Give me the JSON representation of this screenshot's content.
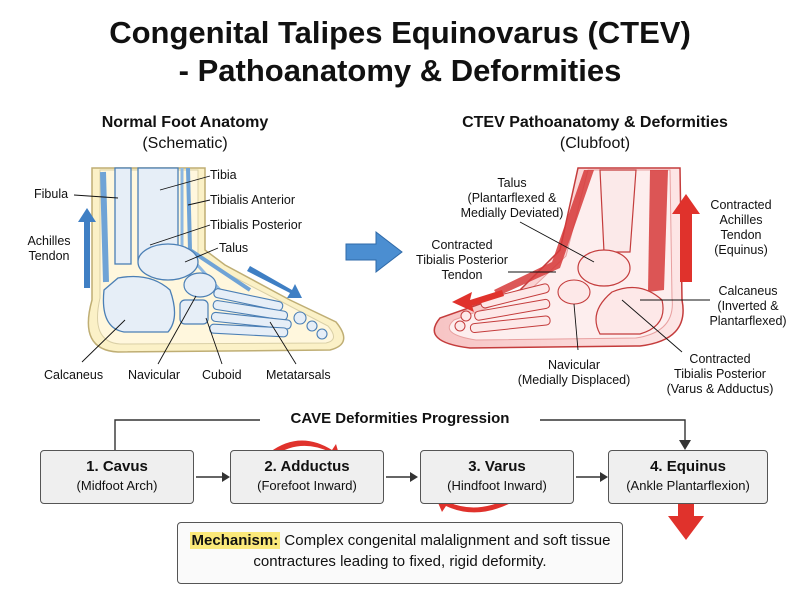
{
  "title": {
    "line1": "Congenital Talipes Equinovarus (CTEV)",
    "line2": "- Pathoanatomy & Deformities"
  },
  "normal_panel": {
    "heading": "Normal Foot Anatomy",
    "subheading": "(Schematic)",
    "labels": {
      "tibia": "Tibia",
      "fibula": "Fibula",
      "tibialis_anterior": "Tibialis Anterior",
      "tibialis_posterior": "Tibialis Posterior",
      "talus": "Talus",
      "achilles_line1": "Achilles",
      "achilles_line2": "Tendon",
      "calcaneus": "Calcaneus",
      "navicular": "Navicular",
      "cuboid": "Cuboid",
      "metatarsals": "Metatarsals"
    }
  },
  "ctev_panel": {
    "heading": "CTEV Pathoanatomy & Deformities",
    "subheading": "(Clubfoot)",
    "labels": {
      "talus_l1": "Talus",
      "talus_l2": "(Plantarflexed &",
      "talus_l3": "Medially Deviated)",
      "ctp_l1": "Contracted",
      "ctp_l2": "Tibialis Posterior",
      "ctp_l3": "Tendon",
      "achilles_l1": "Contracted",
      "achilles_l2": "Achilles",
      "achilles_l3": "Tendon",
      "achilles_l4": "(Equinus)",
      "calc_l1": "Calcaneus",
      "calc_l2": "(Inverted &",
      "calc_l3": "Plantarflexed)",
      "nav_l1": "Navicular",
      "nav_l2": "(Medially Displaced)",
      "ctp2_l1": "Contracted",
      "ctp2_l2": "Tibialis Posterior",
      "ctp2_l3": "(Varus & Adductus)"
    }
  },
  "progression": {
    "title": "CAVE Deformities Progression",
    "steps": [
      {
        "name": "1. Cavus",
        "detail": "(Midfoot Arch)"
      },
      {
        "name": "2. Adductus",
        "detail": "(Forefoot Inward)"
      },
      {
        "name": "3. Varus",
        "detail": "(Hindfoot Inward)"
      },
      {
        "name": "4. Equinus",
        "detail": "(Ankle Plantarflexion)"
      }
    ]
  },
  "mechanism": {
    "label": "Mechanism:",
    "text": "Complex congenital malalignment and soft tissue contractures leading to fixed, rigid deformity."
  },
  "colors": {
    "normal_tissue": "#fbf1c7",
    "normal_tendon": "#6fa3d6",
    "bone": "#e6eef7",
    "ctev_tissue": "#fbe0e0",
    "ctev_tendon": "#d63a3a",
    "arrow_blue": "#3f7fc4",
    "arrow_red": "#e0322c",
    "highlight": "#fbe97a"
  }
}
